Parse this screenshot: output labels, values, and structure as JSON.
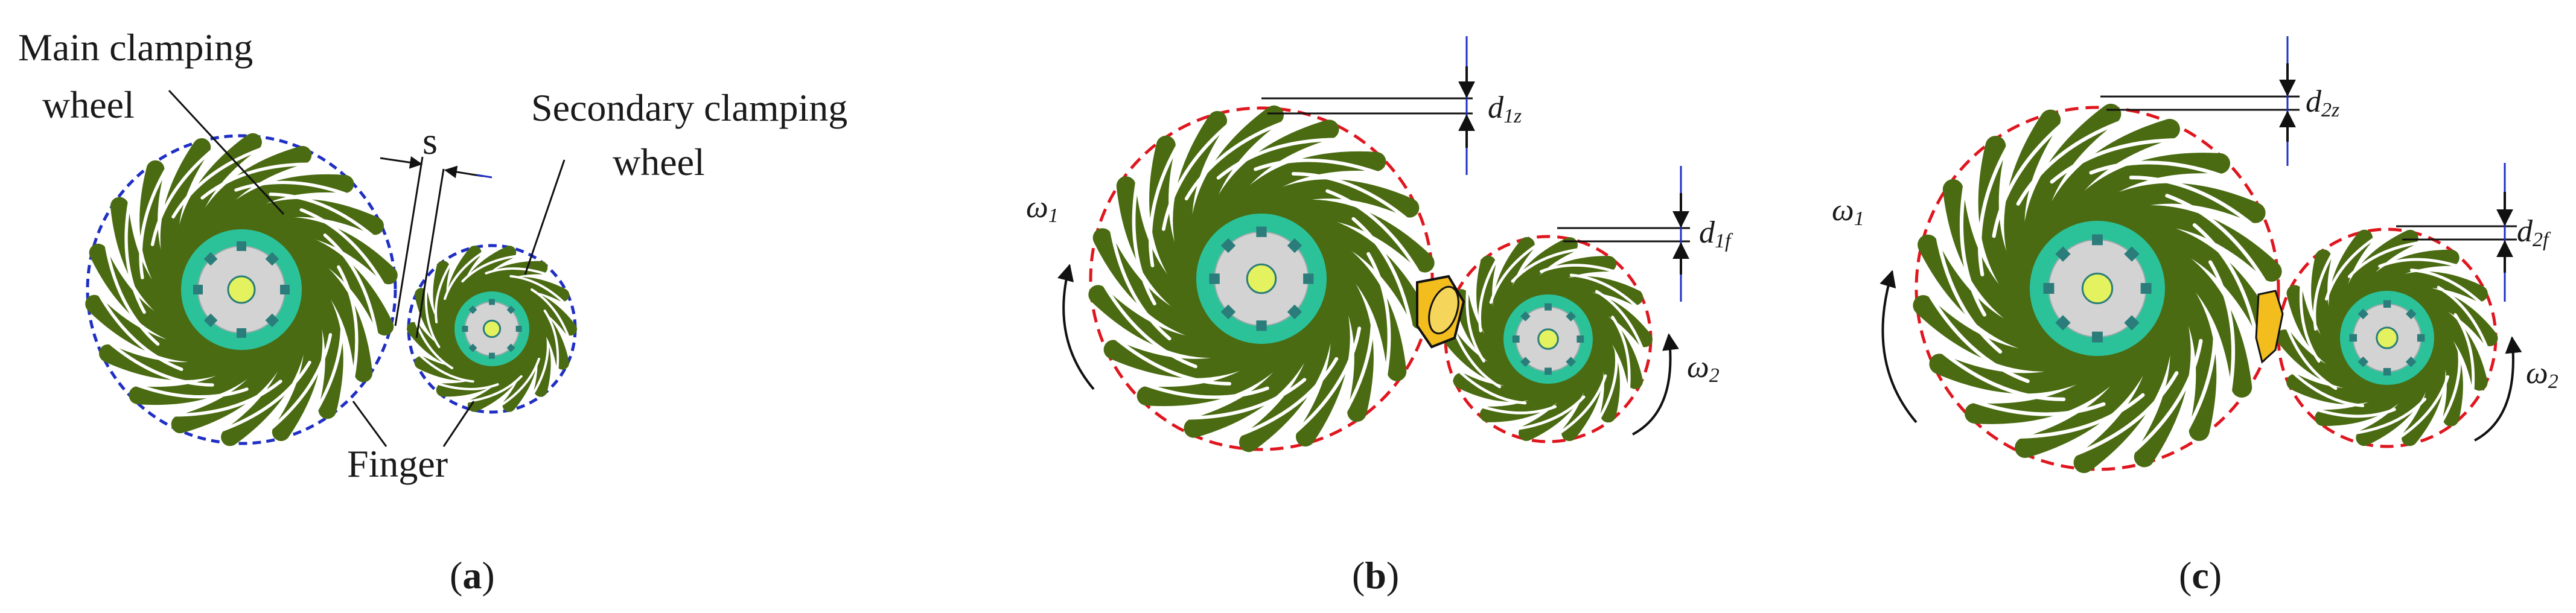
{
  "panel_a": {
    "main_wheel_line1": "Main  clamping",
    "main_wheel_line2": "wheel",
    "secondary_wheel_line1": "Secondary clamping",
    "secondary_wheel_line2": "wheel",
    "gap_label": "s",
    "finger_label": "Finger",
    "caption_open": "(",
    "caption_letter": "a",
    "caption_close": ")"
  },
  "panel_b": {
    "d_main_symbol": "d",
    "d_main_sub": "1z",
    "d_secondary_symbol": "d",
    "d_secondary_sub": "1f",
    "omega_main_symbol": "ω",
    "omega_main_sub": "1",
    "omega_secondary_symbol": "ω",
    "omega_secondary_sub": "2",
    "caption_open": "(",
    "caption_letter": "b",
    "caption_close": ")"
  },
  "panel_c": {
    "d_main_symbol": "d",
    "d_main_sub": "2z",
    "d_secondary_symbol": "d",
    "d_secondary_sub": "2f",
    "omega_main_symbol": "ω",
    "omega_main_sub": "1",
    "omega_secondary_symbol": "ω",
    "omega_secondary_sub": "2",
    "caption_open": "(",
    "caption_letter": "c",
    "caption_close": ")"
  },
  "colors": {
    "finger": "#4a6b12",
    "hub_ring": "#2bc29a",
    "hub_disc": "#d3d3d3",
    "hub_tooth": "#2a7d7a",
    "center": "#e3f25e",
    "envelope_a": "#1f2fc4",
    "envelope_bc": "#e0161e",
    "fruit": "#f2bd1d",
    "dim_line": "#1f2fc4"
  }
}
